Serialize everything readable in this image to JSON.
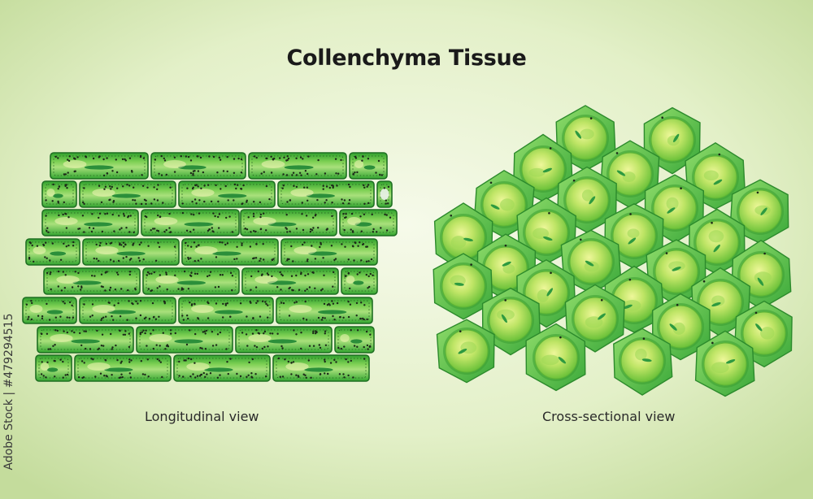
{
  "title": "Collenchyma Tissue",
  "captions": {
    "longitudinal": "Longitudinal view",
    "cross_section": "Cross-sectional view"
  },
  "watermark": "Adobe Stock | #479294515",
  "colors": {
    "background_center": "#f4f9e3",
    "background_edge": "#c8e0a3",
    "cell_wall": "#2f8a2a",
    "cell_fill_dark": "#3fae3a",
    "cell_fill_light": "#a6e07c",
    "vacuole_center": "#e6f58a",
    "vacuole_edge": "#7cce3e",
    "nucleus": "#2e9a40",
    "dots": "#1f2a1a"
  }
}
